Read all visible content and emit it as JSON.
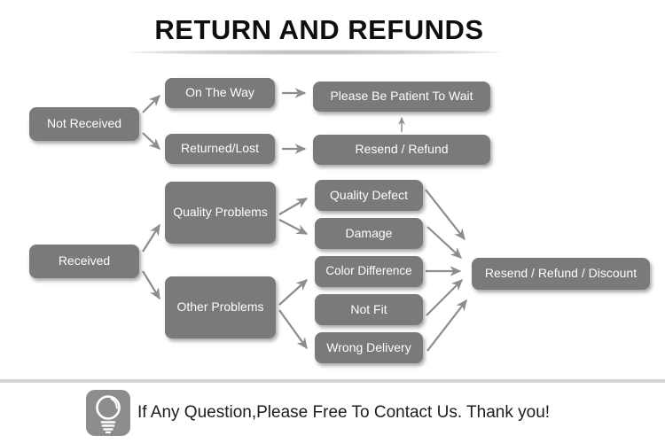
{
  "title": "RETURN AND REFUNDS",
  "nodes": {
    "not_received": "Not Received",
    "on_the_way": "On The Way",
    "returned_lost": "Returned/Lost",
    "please_wait": "Please Be Patient To Wait",
    "resend_refund": "Resend / Refund",
    "received": "Received",
    "quality_problems": "Quality Problems",
    "other_problems": "Other Problems",
    "quality_defect": "Quality Defect",
    "damage": "Damage",
    "color_difference": "Color Difference",
    "not_fit": "Not Fit",
    "wrong_delivery": "Wrong Delivery",
    "resend_refund_discount": "Resend / Refund / Discount"
  },
  "connections": [
    "Not Received -> On The Way",
    "Not Received -> Returned/Lost",
    "On The Way -> Please Be Patient To Wait",
    "Returned/Lost -> Resend / Refund",
    "Resend / Refund -> Please Be Patient To Wait",
    "Received -> Quality Problems",
    "Received -> Other Problems",
    "Quality Problems -> Quality Defect",
    "Quality Problems -> Damage",
    "Other Problems -> Color Difference",
    "Other Problems -> Wrong Delivery",
    "Quality Defect -> Resend / Refund / Discount",
    "Damage -> Resend / Refund / Discount",
    "Color Difference -> Resend / Refund / Discount",
    "Not Fit -> Resend / Refund / Discount",
    "Wrong Delivery -> Resend / Refund / Discount"
  ],
  "footer": {
    "icon": "lightbulb-icon",
    "message": "If Any Question,Please Free To Contact Us. Thank you!"
  },
  "colors": {
    "node_fill": "#7a7a7a",
    "node_text": "#fdfdfd",
    "arrow": "#8d8d8d",
    "title_text": "#0f0f0f",
    "divider": "#d4d4d4",
    "icon_bg": "#8d8d8d",
    "background": "#ffffff"
  }
}
